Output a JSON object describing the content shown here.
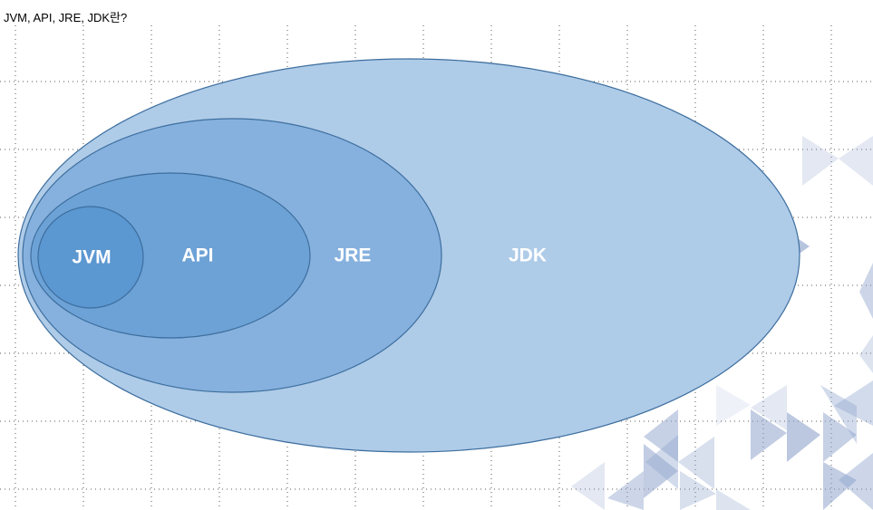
{
  "title": "JVM, API, JRE, JDK란?",
  "diagram": {
    "type": "nested-ellipses",
    "rings": [
      {
        "id": "jdk",
        "label": "JDK",
        "fill": "#aecbe8",
        "stroke": "#3d6e9e"
      },
      {
        "id": "jre",
        "label": "JRE",
        "fill": "#86b1de",
        "stroke": "#3d6e9e"
      },
      {
        "id": "api",
        "label": "API",
        "fill": "#6da2d6",
        "stroke": "#3d6e9e"
      },
      {
        "id": "jvm",
        "label": "JVM",
        "fill": "#5b97d1",
        "stroke": "#3d6e9e"
      }
    ]
  },
  "colors": {
    "grid": "#595959",
    "triangle": "#8fa4cc"
  }
}
